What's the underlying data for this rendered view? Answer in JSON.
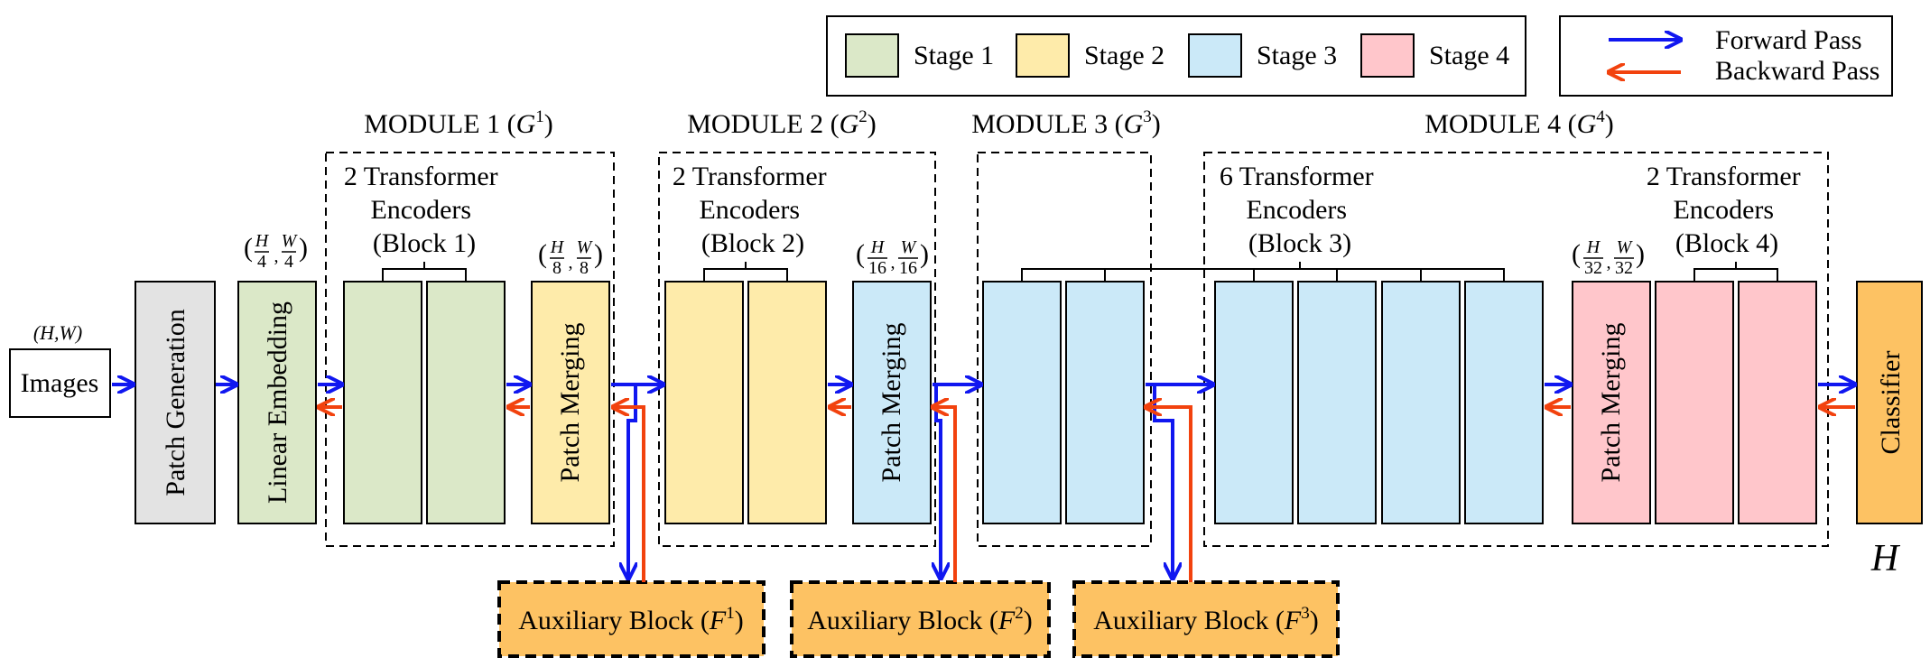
{
  "colors": {
    "stage1": "#DBE8C8",
    "stage2": "#FEEBAA",
    "stage3": "#CBE9F8",
    "stage4": "#FFC6CB",
    "gray": "#E3E3E3",
    "orange": "#FDC263",
    "forward": "#1017F0",
    "backward": "#F2420E"
  },
  "legend": {
    "stages": [
      {
        "label": "Stage 1"
      },
      {
        "label": "Stage 2"
      },
      {
        "label": "Stage 3"
      },
      {
        "label": "Stage 4"
      }
    ],
    "forward_label": "Forward Pass",
    "backward_label": "Backward Pass"
  },
  "input": {
    "dims": "(H,W)",
    "label": "Images"
  },
  "blocks": {
    "patch_generation": "Patch Generation",
    "linear_embedding": "Linear Embedding",
    "patch_merging": "Patch Merging",
    "classifier": "Classifier"
  },
  "modules": [
    {
      "title": "MODULE 1 (",
      "sup": "1"
    },
    {
      "title": "MODULE 2 (",
      "sup": "2"
    },
    {
      "title": "MODULE 3 (",
      "sup": "3"
    },
    {
      "title": "MODULE 4 (",
      "sup": "4"
    }
  ],
  "module_symbol": "G",
  "encoders": [
    {
      "lines": [
        "2 Transformer",
        "Encoders",
        "(Block 1)"
      ]
    },
    {
      "lines": [
        "2 Transformer",
        "Encoders",
        "(Block 2)"
      ]
    },
    {
      "lines": [
        "6 Transformer",
        "Encoders",
        "(Block 3)"
      ]
    },
    {
      "lines": [
        "2 Transformer",
        "Encoders",
        "(Block 4)"
      ]
    }
  ],
  "fractions": [
    {
      "a": "H",
      "b": "4",
      "c": "W",
      "d": "4"
    },
    {
      "a": "H",
      "b": "8",
      "c": "W",
      "d": "8"
    },
    {
      "a": "H",
      "b": "16",
      "c": "W",
      "d": "16"
    },
    {
      "a": "H",
      "b": "32",
      "c": "W",
      "d": "32"
    }
  ],
  "auxiliary": [
    {
      "label": "Auxiliary Block (",
      "sym": "F",
      "sup": "1"
    },
    {
      "label": "Auxiliary Block (",
      "sym": "F",
      "sup": "2"
    },
    {
      "label": "Auxiliary Block (",
      "sym": "F",
      "sup": "3"
    }
  ],
  "head_label": "H"
}
